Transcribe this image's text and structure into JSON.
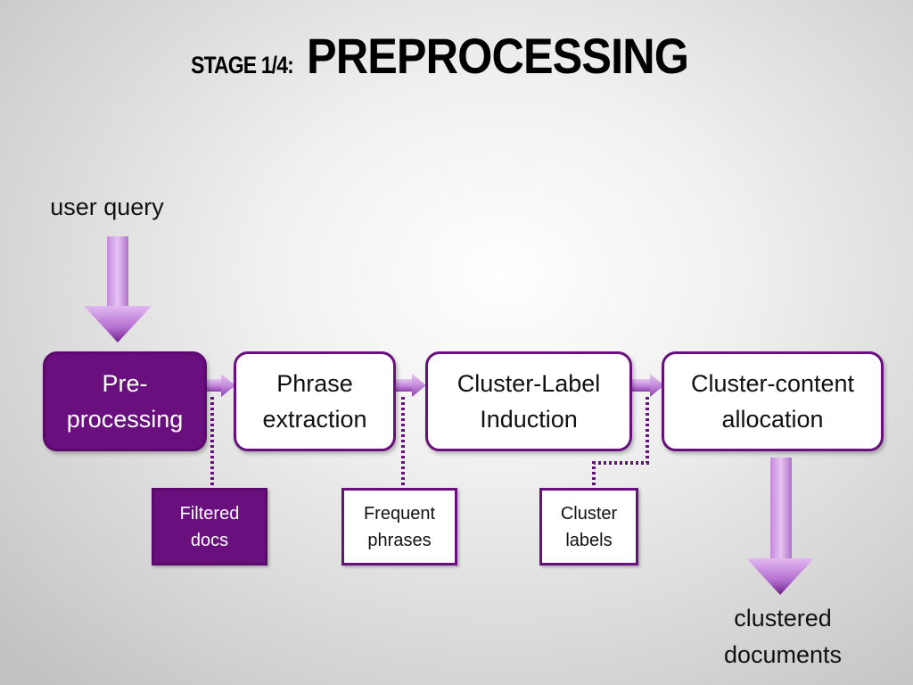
{
  "title": {
    "prefix": "STAGE 1/4:",
    "main": "PREPROCESSING"
  },
  "input_label": "user query",
  "output_label": {
    "line1": "clustered",
    "line2": "documents"
  },
  "stages": [
    {
      "line1": "Pre-",
      "line2": "processing",
      "active": true
    },
    {
      "line1": "Phrase",
      "line2": "extraction",
      "active": false
    },
    {
      "line1": "Cluster-Label",
      "line2": "Induction",
      "active": false
    },
    {
      "line1": "Cluster-content",
      "line2": "allocation",
      "active": false
    }
  ],
  "outputs": [
    {
      "line1": "Filtered",
      "line2": "docs",
      "active": true
    },
    {
      "line1": "Frequent",
      "line2": "phrases",
      "active": false
    },
    {
      "line1": "Cluster",
      "line2": "labels",
      "active": false
    }
  ],
  "colors": {
    "accent": "#6a0f7e",
    "arrow_light": "#d9a8e8",
    "arrow_dark": "#7a2a96"
  }
}
